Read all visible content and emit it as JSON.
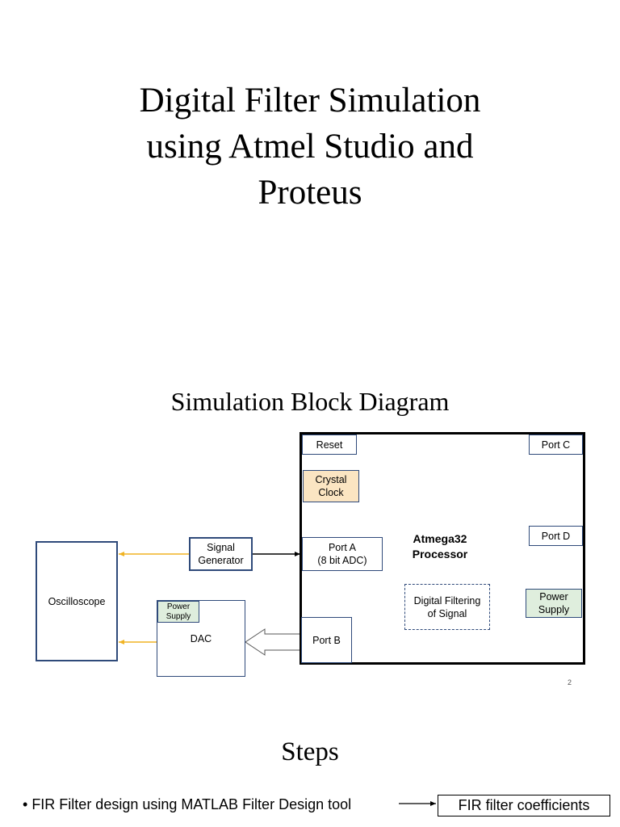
{
  "slide": {
    "title_lines": [
      "Digital Filter Simulation",
      "using Atmel Studio and",
      "Proteus"
    ],
    "page_number": "2"
  },
  "diagram": {
    "heading": "Simulation Block Diagram",
    "processor": {
      "name_lines": [
        "Atmega32",
        "Processor"
      ],
      "reset": "Reset",
      "crystal_clock_lines": [
        "Crystal",
        "Clock"
      ],
      "port_a_lines": [
        "Port A",
        "(8 bit ADC)"
      ],
      "port_b": "Port B",
      "port_c": "Port C",
      "port_d": "Port D",
      "power_supply_lines": [
        "Power",
        "Supply"
      ],
      "filtering_lines": [
        "Digital Filtering",
        "of Signal"
      ]
    },
    "signal_generator_lines": [
      "Signal",
      "Generator"
    ],
    "oscilloscope": "Oscilloscope",
    "dac": {
      "label": "DAC",
      "power_supply_lines": [
        "Power",
        "Supply"
      ]
    },
    "colors": {
      "border": "#2f4a7a",
      "arrow_yellow": "#f0b323",
      "crystal_fill": "#fbe5c2",
      "power_fill": "#dfeedd"
    }
  },
  "steps": {
    "heading": "Steps",
    "items": [
      {
        "text": "FIR Filter design using MATLAB Filter Design tool",
        "output": "FIR filter coefficients"
      }
    ]
  }
}
